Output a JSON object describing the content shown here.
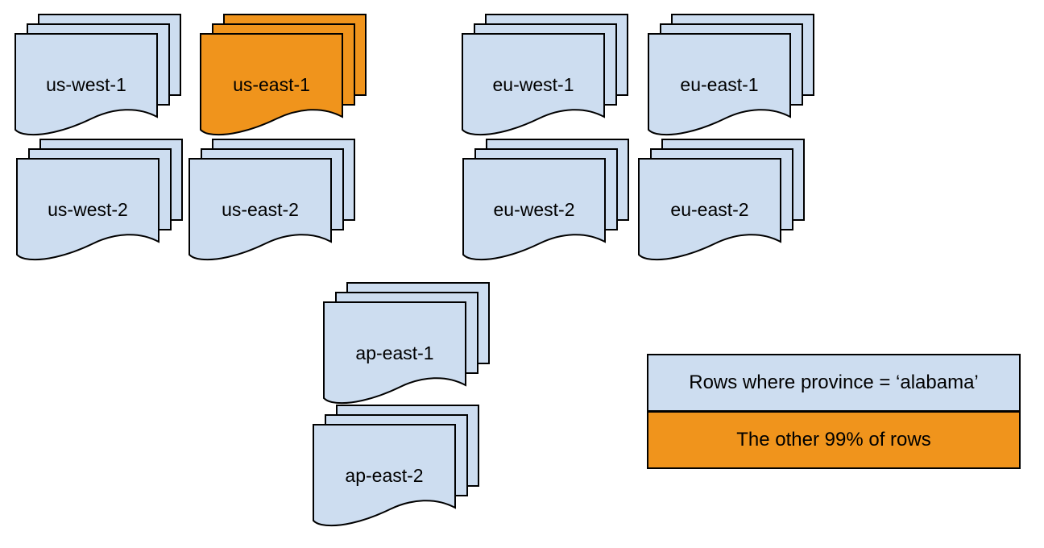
{
  "diagram": {
    "background": "#ffffff",
    "colors": {
      "page_fill": "#cdddf0",
      "highlight_fill": "#f0941c",
      "stroke": "#000000",
      "text": "#000000"
    },
    "stacks": [
      {
        "label": "us-west-1",
        "variant": "page"
      },
      {
        "label": "us-east-1",
        "variant": "highlight"
      },
      {
        "label": "eu-west-1",
        "variant": "page"
      },
      {
        "label": "eu-east-1",
        "variant": "page"
      },
      {
        "label": "us-west-2",
        "variant": "page"
      },
      {
        "label": "us-east-2",
        "variant": "page"
      },
      {
        "label": "eu-west-2",
        "variant": "page"
      },
      {
        "label": "eu-east-2",
        "variant": "page"
      },
      {
        "label": "ap-east-1",
        "variant": "page"
      },
      {
        "label": "ap-east-2",
        "variant": "page"
      }
    ],
    "legend": {
      "items": [
        {
          "label": "Rows where province = ‘alabama’",
          "variant": "page"
        },
        {
          "label": "The other 99% of rows",
          "variant": "highlight"
        }
      ]
    }
  }
}
